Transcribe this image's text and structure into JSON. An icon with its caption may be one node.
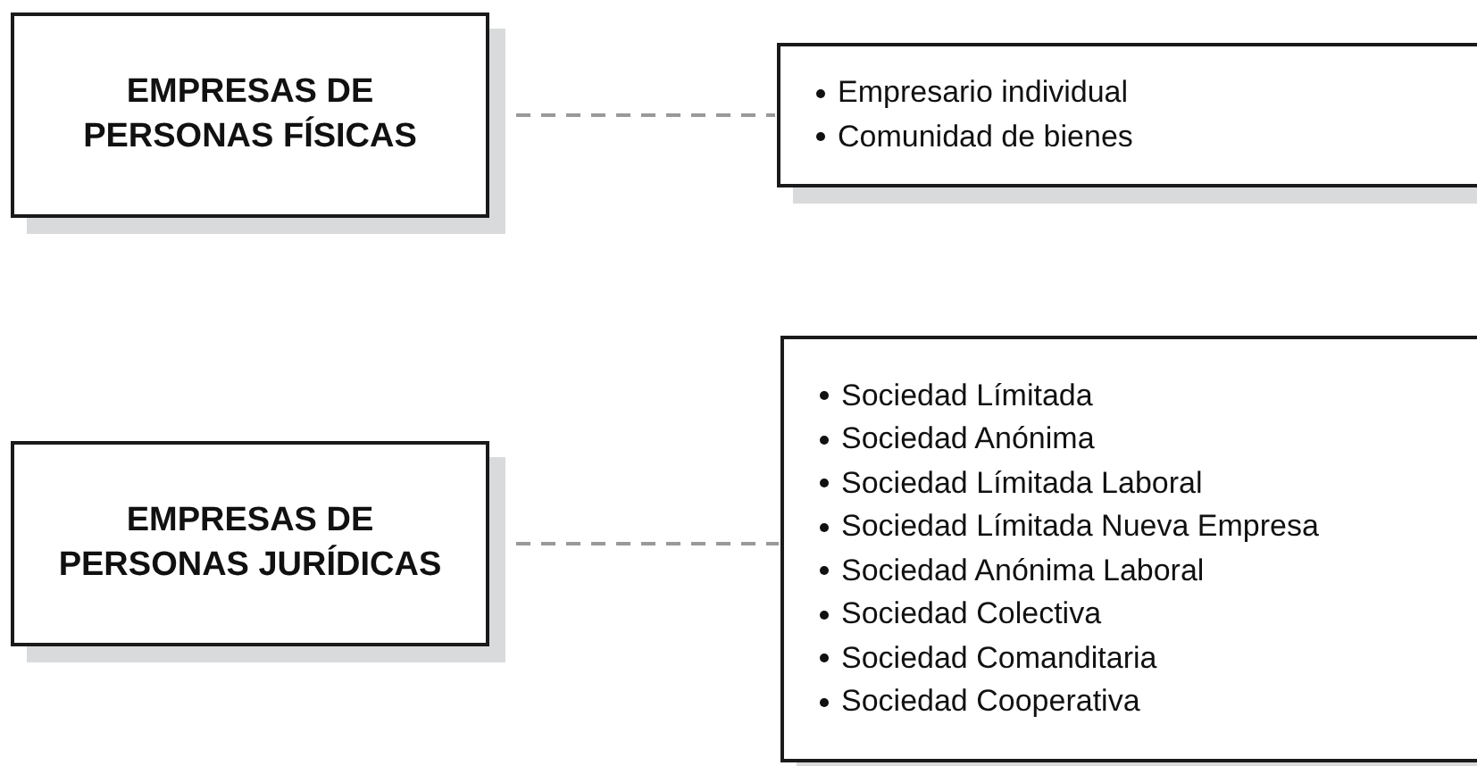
{
  "diagram": {
    "nodes": [
      {
        "text": [
          "EMPRESAS DE PERSONAS FÍSICAS"
        ]
      },
      {
        "text": [
          "Empresario individual",
          "Comunidad de bienes"
        ]
      },
      {
        "text": [
          "EMPRESAS DE PERSONAS JURÍDICAS"
        ]
      },
      {
        "text": [
          "Sociedad Límitada",
          "Sociedad Anónima",
          "Sociedad Límitada Laboral",
          "Sociedad Límitada Nueva Empresa",
          "Sociedad Anónima Laboral",
          "Sociedad Colectiva",
          "Sociedad Comanditaria",
          "Sociedad Cooperativa"
        ]
      }
    ],
    "edges": [
      {
        "from": 0,
        "to": 1,
        "arrow": "none",
        "style": "dashed",
        "color": "#999999"
      },
      {
        "from": 2,
        "to": 3,
        "arrow": "none",
        "style": "dashed",
        "color": "#999999"
      }
    ]
  }
}
